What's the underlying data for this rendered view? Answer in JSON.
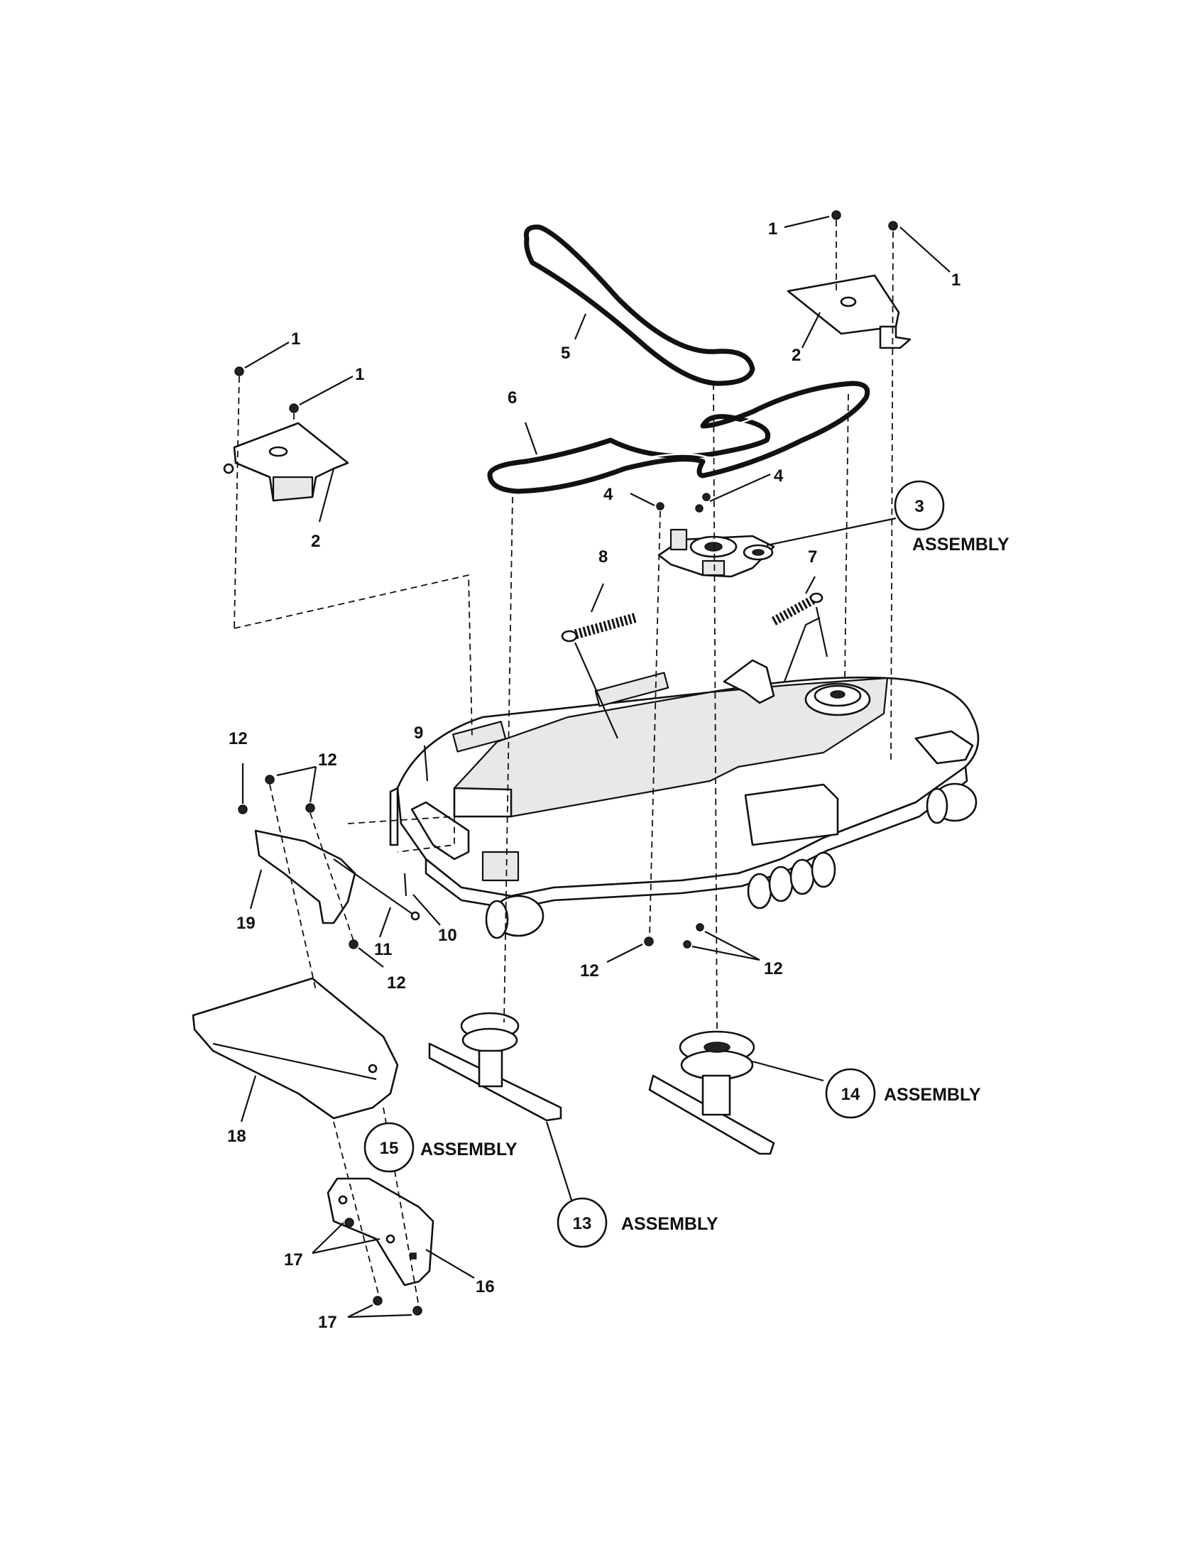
{
  "callouts": [
    {
      "id": "c1a",
      "text": "1"
    },
    {
      "id": "c1b",
      "text": "1"
    },
    {
      "id": "c1c",
      "text": "1"
    },
    {
      "id": "c1d",
      "text": "1"
    },
    {
      "id": "c2a",
      "text": "2"
    },
    {
      "id": "c2b",
      "text": "2"
    },
    {
      "id": "c4a",
      "text": "4"
    },
    {
      "id": "c4b",
      "text": "4"
    },
    {
      "id": "c5",
      "text": "5"
    },
    {
      "id": "c6",
      "text": "6"
    },
    {
      "id": "c7",
      "text": "7"
    },
    {
      "id": "c8",
      "text": "8"
    },
    {
      "id": "c9",
      "text": "9"
    },
    {
      "id": "c10",
      "text": "10"
    },
    {
      "id": "c11",
      "text": "11"
    },
    {
      "id": "c12a",
      "text": "12"
    },
    {
      "id": "c12b",
      "text": "12"
    },
    {
      "id": "c12c",
      "text": "12"
    },
    {
      "id": "c12d",
      "text": "12"
    },
    {
      "id": "c12e",
      "text": "12"
    },
    {
      "id": "c16",
      "text": "16"
    },
    {
      "id": "c17a",
      "text": "17"
    },
    {
      "id": "c17b",
      "text": "17"
    },
    {
      "id": "c18",
      "text": "18"
    },
    {
      "id": "c19",
      "text": "19"
    }
  ],
  "assemblies": [
    {
      "id": "a3",
      "number": "3",
      "label": "ASSEMBLY"
    },
    {
      "id": "a13",
      "number": "13",
      "label": "ASSEMBLY"
    },
    {
      "id": "a14",
      "number": "14",
      "label": "ASSEMBLY"
    },
    {
      "id": "a15",
      "number": "15",
      "label": "ASSEMBLY"
    }
  ]
}
